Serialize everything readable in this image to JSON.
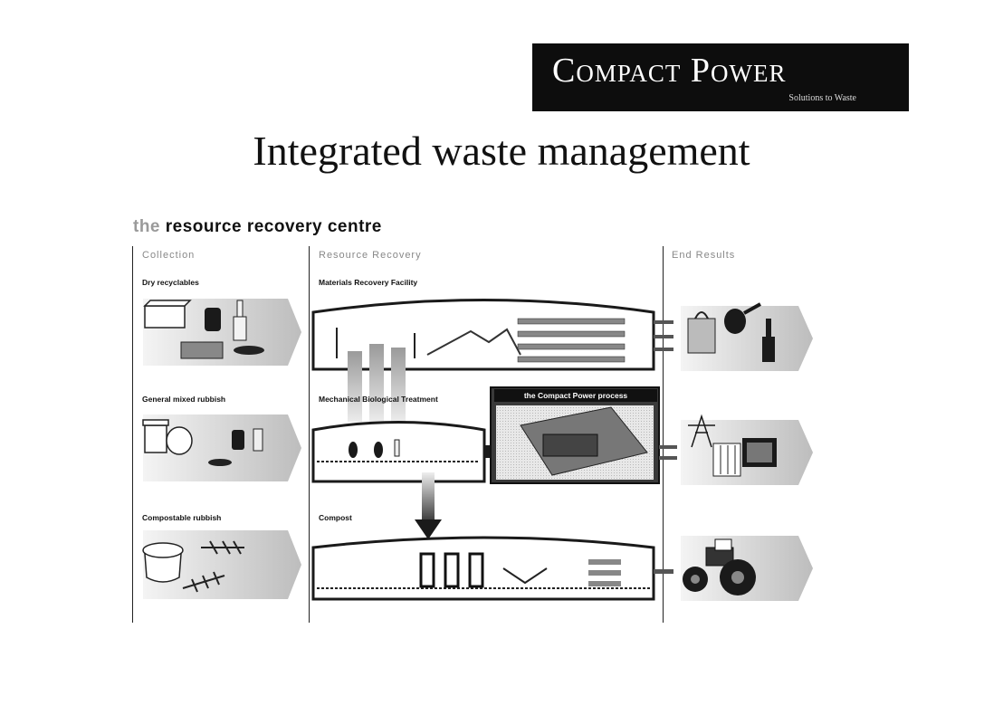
{
  "logo": {
    "name": "Compact Power",
    "tagline": "Solutions to Waste"
  },
  "title": "Integrated waste management",
  "subtitle": {
    "prefix": "the",
    "rest": "resource recovery centre"
  },
  "columns": {
    "collection": "Collection",
    "recovery": "Resource Recovery",
    "results": "End Results"
  },
  "rows": {
    "dry": {
      "collection": "Dry recyclables",
      "process": "Materials Recovery Facility"
    },
    "mixed": {
      "collection": "General mixed rubbish",
      "process": "Mechanical Biological Treatment"
    },
    "compost": {
      "collection": "Compostable rubbish",
      "process": "Compost"
    }
  },
  "process_box": "the Compact Power process",
  "colors": {
    "logo_bg": "#0d0d0d",
    "arrow_fill": "#d9d9d9",
    "dark": "#1a1a1a"
  },
  "icons": [
    "box-icon",
    "can-icon",
    "bottle-icon",
    "bin-icon",
    "bag-icon",
    "tree-icon",
    "fern-icon",
    "shopping-bag-icon",
    "watering-can-icon",
    "wine-bottle-icon",
    "pylon-icon",
    "radiator-icon",
    "tv-icon",
    "tractor-icon"
  ]
}
